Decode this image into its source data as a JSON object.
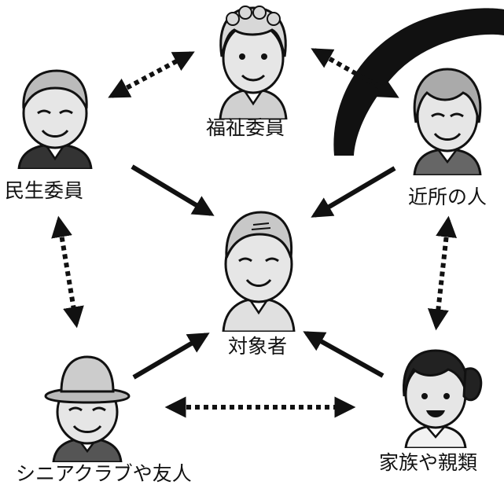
{
  "nodes": {
    "center": {
      "label": "対象者",
      "icon": "elderly-person-icon"
    },
    "welfare": {
      "label": "福祉委員",
      "icon": "elderly-woman-curly-hair-icon"
    },
    "commissioner": {
      "label": "民生委員",
      "icon": "elderly-man-icon"
    },
    "neighbor": {
      "label": "近所の人",
      "icon": "middle-aged-woman-icon"
    },
    "senior": {
      "label": "シニアクラブや友人",
      "icon": "elderly-man-hat-icon"
    },
    "family": {
      "label": "家族や親類",
      "icon": "young-girl-pigtails-icon"
    }
  },
  "colors": {
    "ink": "#111111",
    "background": "#ffffff"
  }
}
